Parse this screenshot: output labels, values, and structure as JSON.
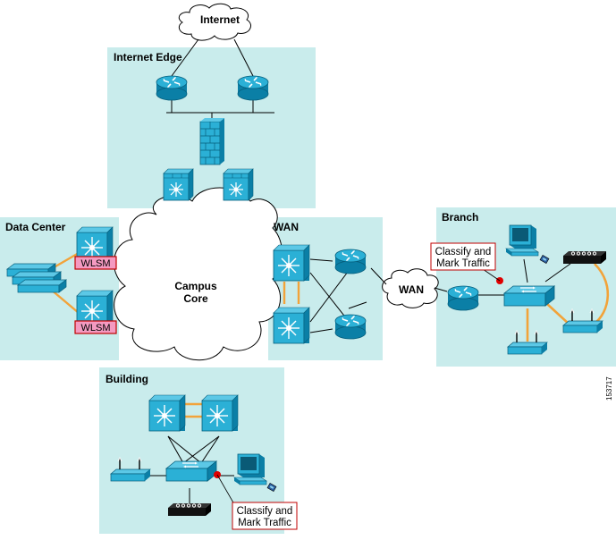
{
  "zones": {
    "internet_edge": "Internet Edge",
    "data_center": "Data Center",
    "wan": "WAN",
    "branch": "Branch",
    "building": "Building"
  },
  "clouds": {
    "internet": "Internet",
    "campus_core_line1": "Campus",
    "campus_core_line2": "Core",
    "wan": "WAN"
  },
  "badges": {
    "wlsm_top": "WLSM",
    "wlsm_bottom": "WLSM"
  },
  "callouts": {
    "branch_line1": "Classify and",
    "branch_line2": "Mark Traffic",
    "building_line1": "Classify and",
    "building_line2": "Mark Traffic"
  },
  "figure_number": "153717",
  "colors": {
    "zone_fill": "#c9ecec",
    "device_blue": "#2bb0d6",
    "device_dark": "#0b7fa6",
    "link_orange": "#f2a33a",
    "callout_border": "#c00000",
    "badge_fill": "#f49ac1",
    "marker_red": "#e00000"
  }
}
